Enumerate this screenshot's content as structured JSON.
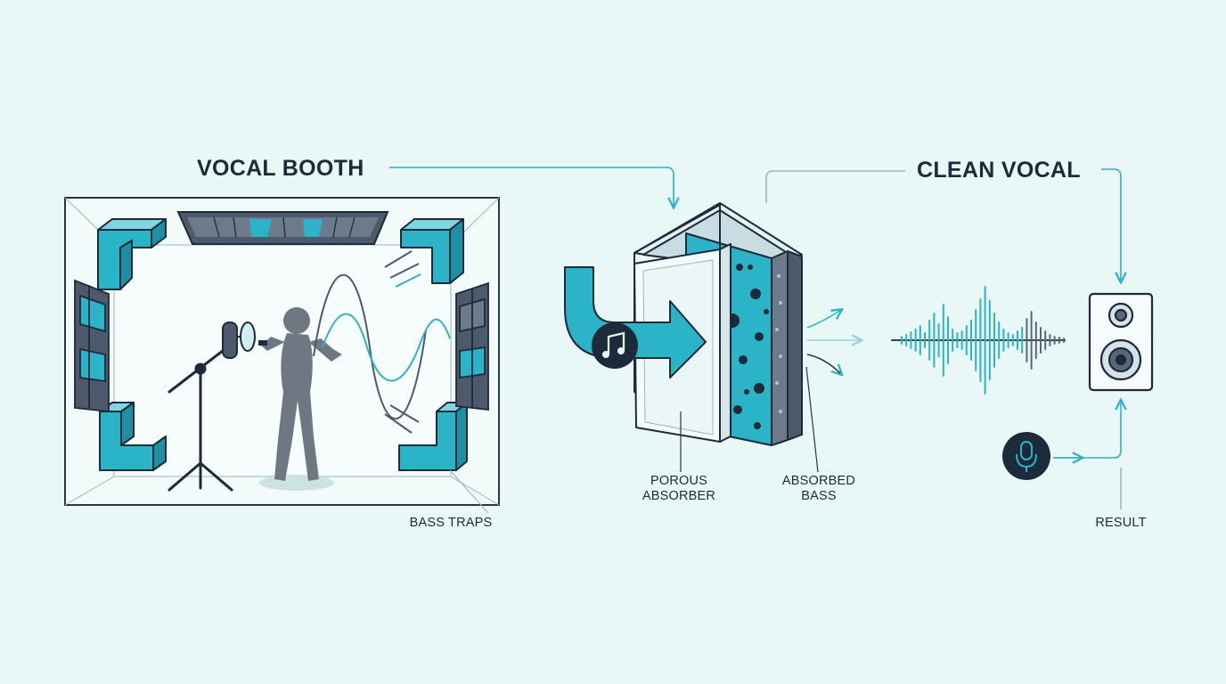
{
  "titles": {
    "vocal_booth": "VOCAL BOOTH",
    "clean_vocal": "CLEAN VOCAL"
  },
  "labels": {
    "porous_absorber": [
      "POROUS",
      "ABSORBER"
    ],
    "absorbed_bass": [
      "ABSORBED",
      "BASS"
    ],
    "bass_traps": "BASS TRAPS",
    "result": "RESULT"
  },
  "icons": [
    "music-note-icon",
    "microphone-icon",
    "speaker-icon",
    "arrow-icon"
  ],
  "colors": {
    "background": "#e9f7f6",
    "accent": "#2bb3c8",
    "dark": "#1d2a3a",
    "panel_grey": "#5b6778",
    "figure": "#6e7883"
  }
}
